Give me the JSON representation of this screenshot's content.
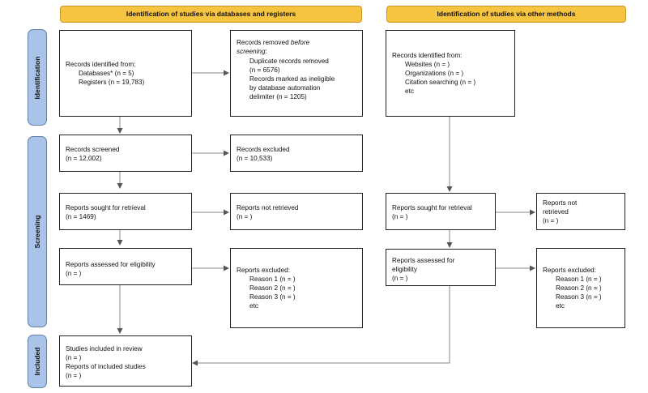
{
  "headers": {
    "databases": "Identification of studies via databases and registers",
    "other": "Identification of studies via other methods"
  },
  "phases": {
    "identification": "Identification",
    "screening": "Screening",
    "included": "Included"
  },
  "left": {
    "identified": {
      "line1": "Records identified from:",
      "line2": "Databases* (n = 5)",
      "line3": "Registers (n = 19,783)"
    },
    "removed": {
      "line1_a": "Records removed ",
      "line1_b": "before",
      "line2": "screening",
      "line2_suffix": ":",
      "line3": "Duplicate records removed",
      "line4": "(n = 6576)",
      "line5": "Records marked as ineligible",
      "line6": "by database automation",
      "line7": "delimiter (n = 1205)"
    },
    "screened": {
      "line1": "Records screened",
      "line2": "(n = 12,002)"
    },
    "excluded": {
      "line1": "Records excluded",
      "line2": "(n = 10,533)"
    },
    "sought": {
      "line1": "Reports sought for retrieval",
      "line2": "(n = 1469)"
    },
    "not_retrieved": {
      "line1": "Reports not retrieved",
      "line2": "(n = )"
    },
    "assessed": {
      "line1": "Reports assessed for eligibility",
      "line2": "(n = )"
    },
    "reports_excluded": {
      "line1": "Reports excluded:",
      "line2": "Reason 1 (n = )",
      "line3": "Reason 2 (n = )",
      "line4": "Reason 3 (n = )",
      "line5": "etc"
    },
    "included": {
      "line1": "Studies included in review",
      "line2": "(n = )",
      "line3": "Reports of included studies",
      "line4": "(n = )"
    }
  },
  "right": {
    "identified": {
      "line1": "Records identified from:",
      "line2": "Websites (n = )",
      "line3": "Organizations (n = )",
      "line4": "Citation searching (n = )",
      "line5": "etc"
    },
    "sought": {
      "line1": "Reports sought for retrieval",
      "line2": "(n = )"
    },
    "not_retrieved": {
      "line1": "Reports not",
      "line2": "retrieved",
      "line3": "(n = )"
    },
    "assessed": {
      "line1": "Reports assessed for",
      "line2": "eligibility",
      "line3": "(n = )"
    },
    "reports_excluded": {
      "line1": "Reports excluded:",
      "line2": "Reason 1 (n = )",
      "line3": "Reason 2 (n = )",
      "line4": "Reason 3 (n = )",
      "line5": "etc"
    }
  }
}
